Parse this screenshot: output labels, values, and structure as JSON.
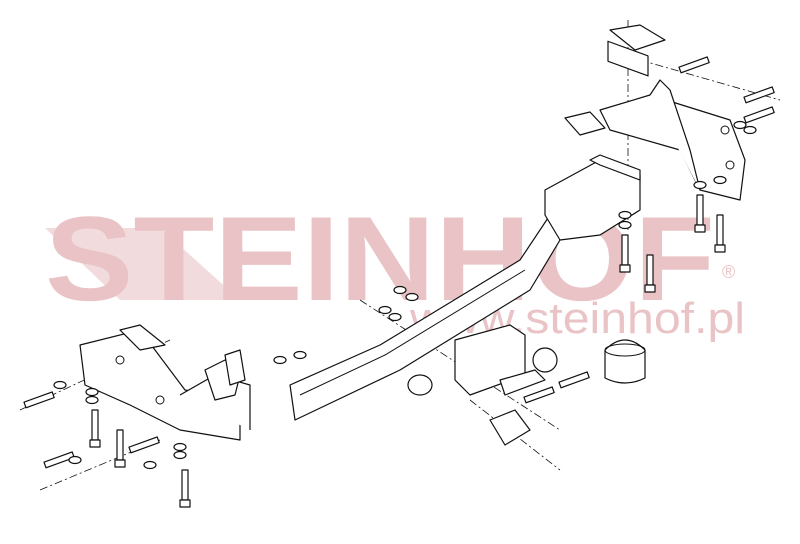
{
  "diagram": {
    "title": "Towbar assembly exploded view",
    "watermark": {
      "wordmark": "STEINHOF",
      "registered": "®",
      "url": "www.steinhof.pl",
      "color": "#e9c3c5"
    },
    "line_color": "#111111"
  }
}
